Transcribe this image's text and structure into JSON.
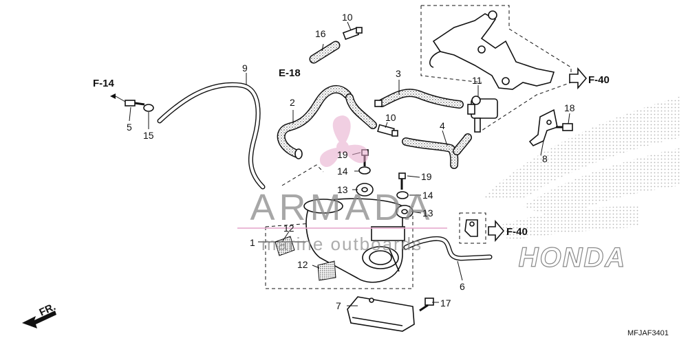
{
  "diagram": {
    "diagram_code": "MFJAF3401",
    "watermark": {
      "brand": "ARMADA",
      "tagline": "marine outboards"
    },
    "logo_text": "HONDA",
    "references": {
      "f14": "F-14",
      "e18": "E-18",
      "f40_top": "F-40",
      "f40_mid": "F-40"
    },
    "direction_label": "FR.",
    "callouts": {
      "c1": "1",
      "c2": "2",
      "c3": "3",
      "c4": "4",
      "c5": "5",
      "c6": "6",
      "c7": "7",
      "c8": "8",
      "c9": "9",
      "c10a": "10",
      "c10b": "10",
      "c11": "11",
      "c12a": "12",
      "c12b": "12",
      "c13a": "13",
      "c13b": "13",
      "c14a": "14",
      "c14b": "14",
      "c15": "15",
      "c16": "16",
      "c17": "17",
      "c18": "18",
      "c19a": "19",
      "c19b": "19"
    },
    "colors": {
      "line": "#111111",
      "watermark_gray": "#8a8a8a",
      "watermark_pink": "#e6a8cc"
    }
  }
}
